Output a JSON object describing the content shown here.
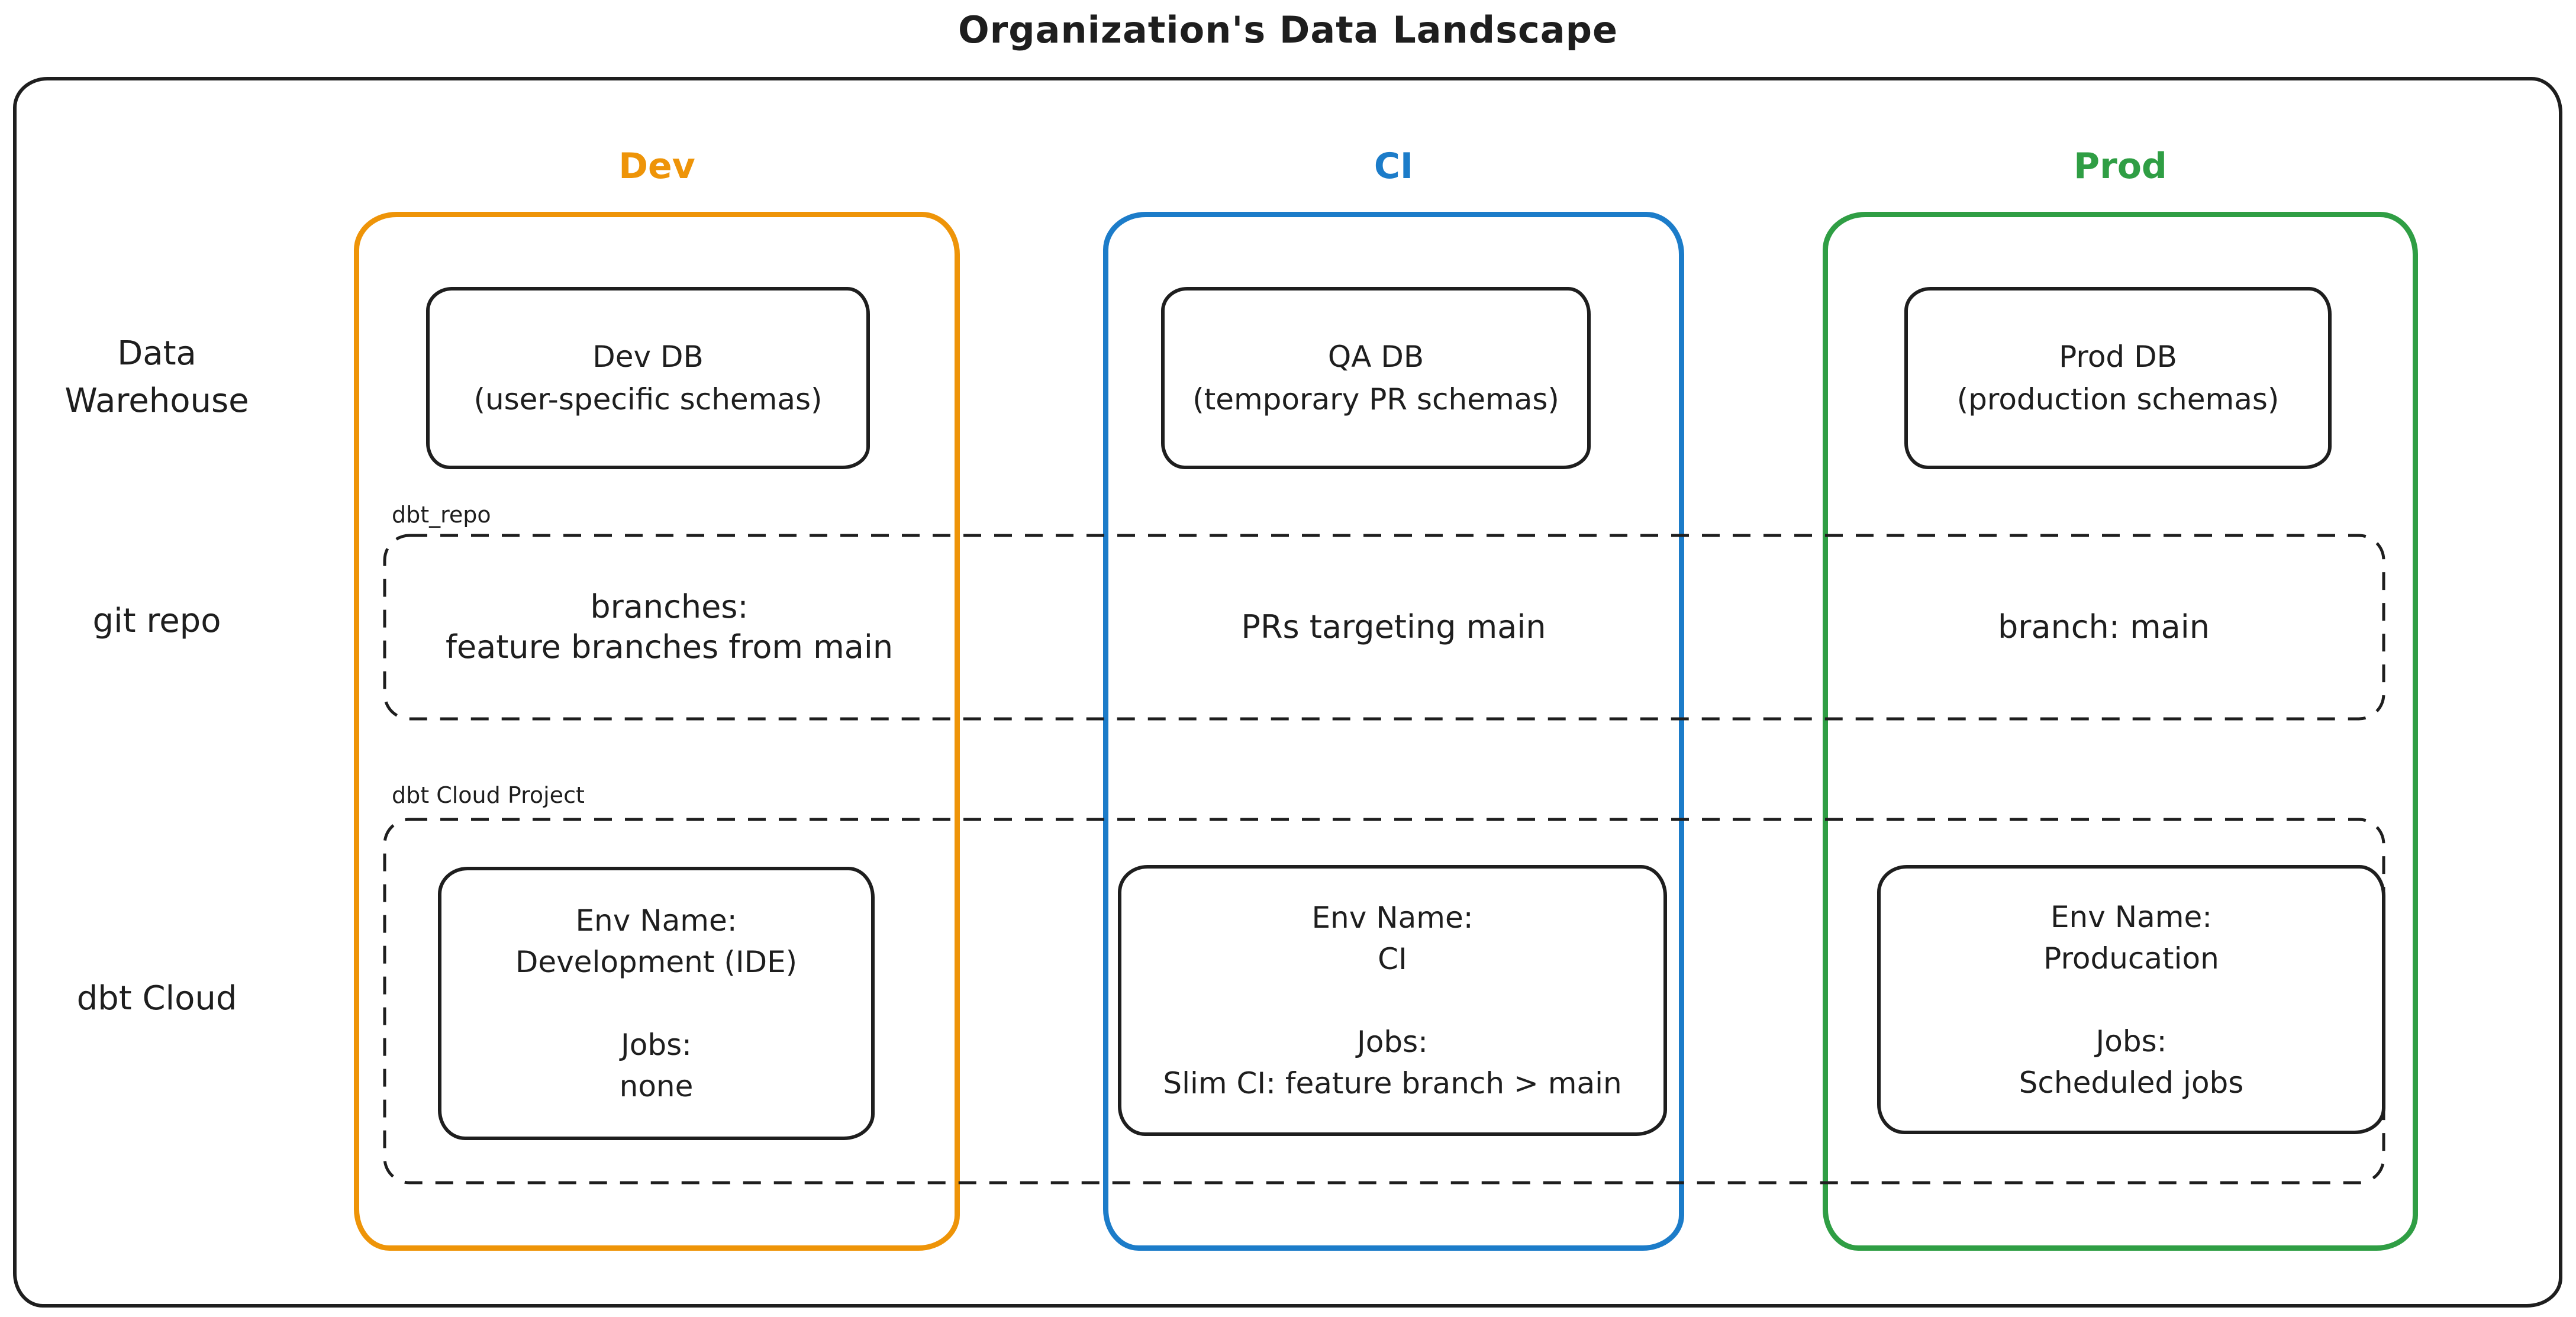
{
  "title": "Organization's Data Landscape",
  "colors": {
    "dev_accent": "#ee9408",
    "ci_accent": "#1c7cc9",
    "prod_accent": "#2f9e44",
    "stroke": "#1e1e1e"
  },
  "row_labels": {
    "warehouse": "Data\nWarehouse",
    "git": "git repo",
    "dbt": "dbt Cloud"
  },
  "overlays": {
    "git_repo_box_label": "dbt_repo",
    "dbt_project_box_label": "dbt Cloud Project"
  },
  "columns": [
    {
      "label": "Dev",
      "warehouse_box": "Dev DB\n(user-specific schemas)",
      "git_text": "branches:\nfeature branches from main",
      "env": {
        "name_label": "Env Name:",
        "name": "Development (IDE)",
        "jobs_label": "Jobs:",
        "jobs": "none"
      }
    },
    {
      "label": "CI",
      "warehouse_box": "QA DB\n(temporary PR schemas)",
      "git_text": "PRs targeting main",
      "env": {
        "name_label": "Env Name:",
        "name": "CI",
        "jobs_label": "Jobs:",
        "jobs": "Slim CI: feature branch > main"
      }
    },
    {
      "label": "Prod",
      "warehouse_box": "Prod DB\n(production schemas)",
      "git_text": "branch: main",
      "env": {
        "name_label": "Env Name:",
        "name": "Producation",
        "jobs_label": "Jobs:",
        "jobs": "Scheduled jobs"
      }
    }
  ]
}
